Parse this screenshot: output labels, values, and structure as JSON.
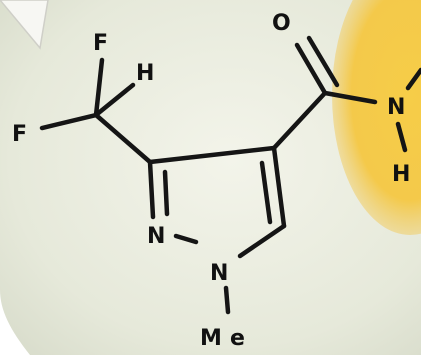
{
  "molecule": {
    "atoms": {
      "F1": "F",
      "F2": "F",
      "H_CHF2": "H",
      "O": "O",
      "N_amide": "N",
      "H_amide": "H",
      "N2": "N",
      "N1": "N",
      "Me_M": "M",
      "Me_e": "e"
    }
  },
  "colors": {
    "background_light": "#eef0e3",
    "background_mid": "#dfe3d2",
    "highlight_yellow": "#f4c94a",
    "bond": "#151515",
    "label": "#111111"
  }
}
